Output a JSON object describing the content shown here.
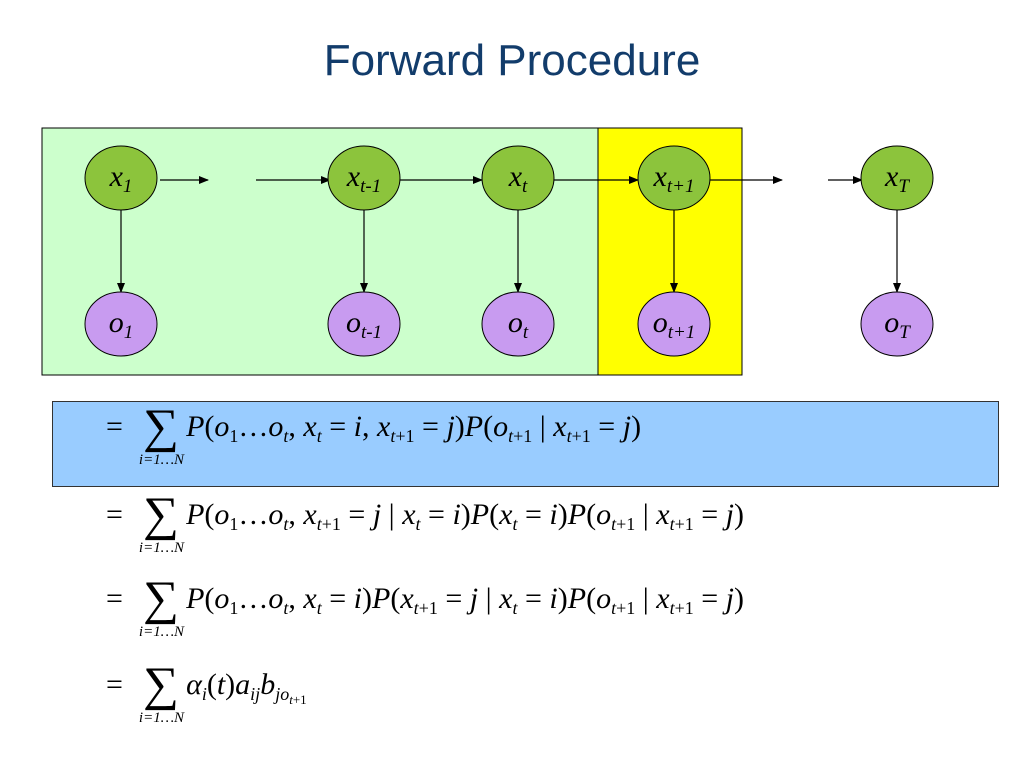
{
  "title": "Forward Procedure",
  "colors": {
    "title": "#123c6b",
    "hidden_node": "#8cc43c",
    "observed_node": "#c89bf0",
    "past_region": "#ccffcc",
    "current_region": "#ffff00",
    "equation_highlight": "#99ccff"
  },
  "nodes": {
    "x1": {
      "base": "x",
      "sub": "1"
    },
    "xtm1": {
      "base": "x",
      "sub": "t-1"
    },
    "xt": {
      "base": "x",
      "sub": "t"
    },
    "xtp1": {
      "base": "x",
      "sub": "t+1"
    },
    "xT": {
      "base": "x",
      "sub": "T"
    },
    "o1": {
      "base": "o",
      "sub": "1"
    },
    "otm1": {
      "base": "o",
      "sub": "t-1"
    },
    "ot": {
      "base": "o",
      "sub": "t"
    },
    "otp1": {
      "base": "o",
      "sub": "t+1"
    },
    "oT": {
      "base": "o",
      "sub": "T"
    }
  },
  "equations": {
    "eq_sign": "=",
    "sum_limit": "i=1…N"
  }
}
